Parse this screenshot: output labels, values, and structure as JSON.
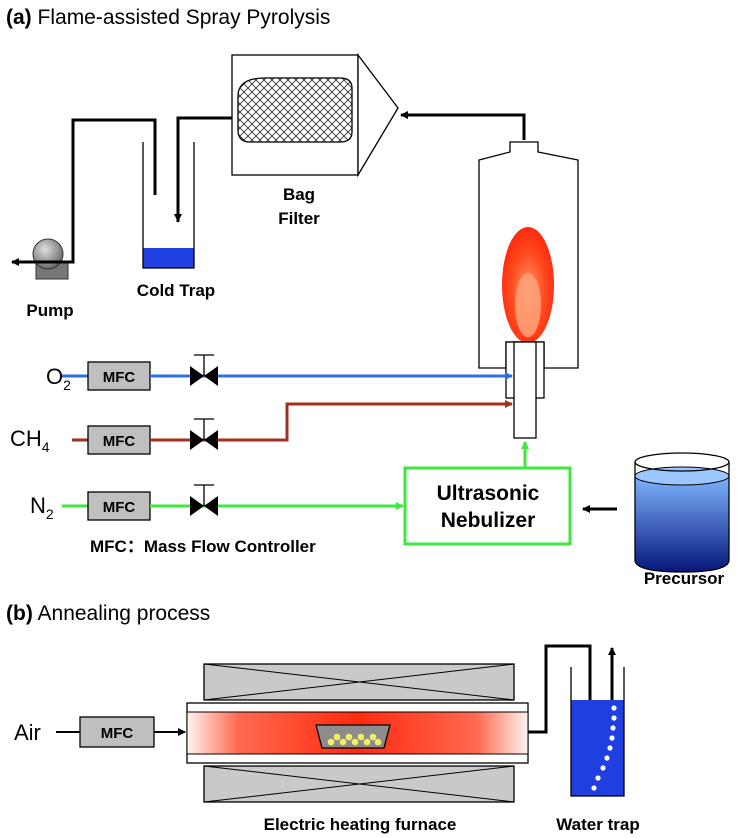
{
  "section_a": {
    "marker": "(a)",
    "title": "Flame-assisted Spray Pyrolysis",
    "labels": {
      "bag_filter_line1": "Bag",
      "bag_filter_line2": "Filter",
      "pump": "Pump",
      "cold_trap": "Cold Trap",
      "nebulizer_line1": "Ultrasonic",
      "nebulizer_line2": "Nebulizer",
      "precursor": "Precursor",
      "mfc_legend": "MFC：Mass Flow Controller"
    },
    "gas_lines": [
      {
        "gas": "O",
        "subscript": "2",
        "mfc": "MFC",
        "color": "#2f6fdc"
      },
      {
        "gas": "CH",
        "subscript": "4",
        "mfc": "MFC",
        "color": "#a0301e"
      },
      {
        "gas": "N",
        "subscript": "2",
        "mfc": "MFC",
        "color": "#3ee83e"
      }
    ]
  },
  "section_b": {
    "marker": "(b)",
    "title": "Annealing process",
    "labels": {
      "air": "Air",
      "mfc": "MFC",
      "furnace": "Electric heating furnace",
      "water_trap": "Water trap"
    }
  },
  "colors": {
    "o2_line": "#2f6fdc",
    "ch4_line": "#a0301e",
    "n2_line": "#3ee83e",
    "mfc_fill": "#bfbfbf",
    "cold_trap_liquid": "#1f3fe0",
    "water_trap_liquid": "#1f3fe0",
    "flame": "#ff3a1a"
  }
}
